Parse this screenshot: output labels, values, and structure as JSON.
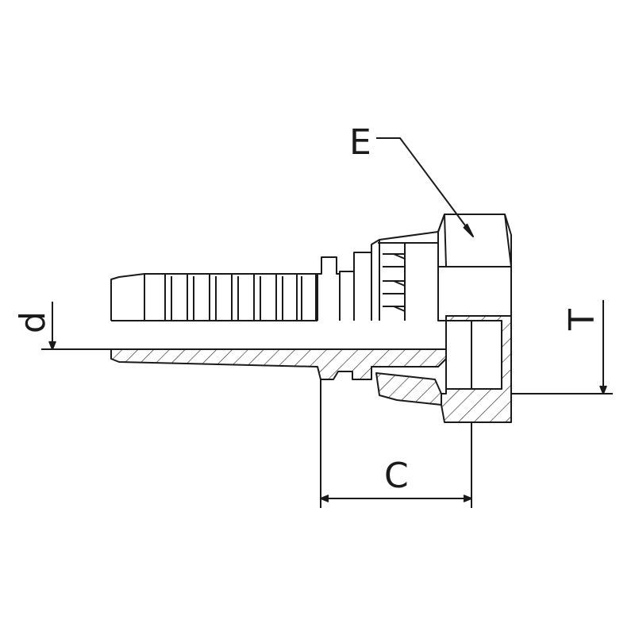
{
  "drawing": {
    "labels": {
      "E": "E",
      "T": "T",
      "d": "d",
      "C": "C"
    },
    "colors": {
      "line": "#1a1a1a",
      "background": "#ffffff"
    }
  }
}
